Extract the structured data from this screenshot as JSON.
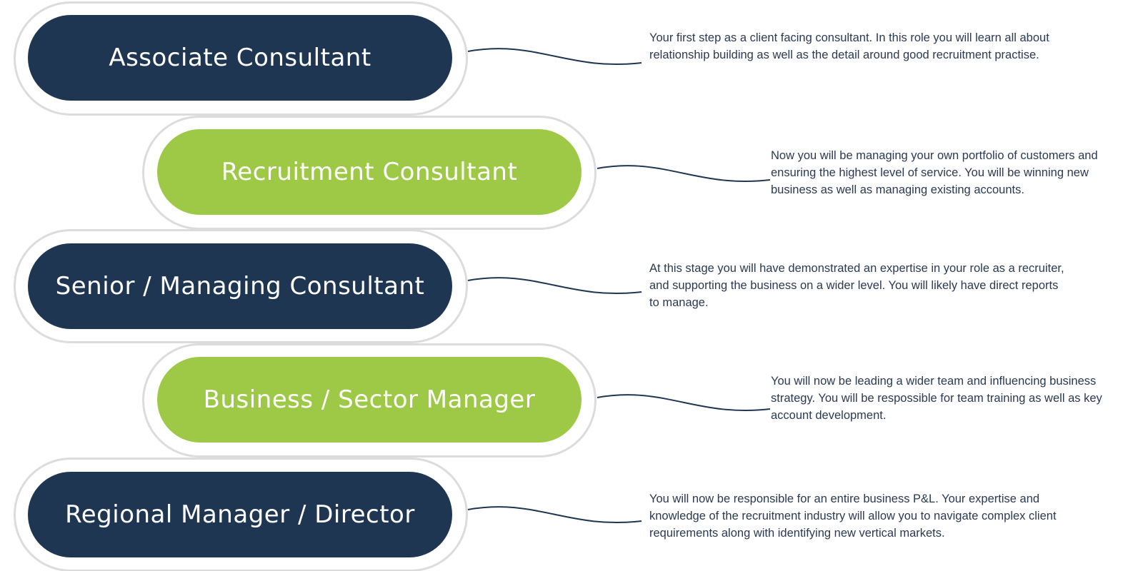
{
  "diagram": {
    "colors": {
      "navy": "#1f3653",
      "green": "#9dc946",
      "outline": "#dcdcdc",
      "band": "#d9d9d9",
      "text": "#2a3a52"
    },
    "levels": [
      {
        "title": "Associate Consultant",
        "description": "Your first step as a client facing consultant. In this role you will learn all about relationship building as well as the detail around good recruitment practise."
      },
      {
        "title": "Recruitment Consultant",
        "description": "Now you will be managing your own portfolio of customers and ensuring the highest level of service. You will be winning new business as well as managing existing accounts."
      },
      {
        "title": "Senior / Managing Consultant",
        "description": "At this stage you will have demonstrated an expertise in your role as a recruiter, and supporting the business on a wider level. You will likely have direct reports to manage."
      },
      {
        "title": "Business / Sector Manager",
        "description": "You will now be leading a wider team and influencing business strategy. You will be respossible for team training as well as key account development."
      },
      {
        "title": "Regional Manager / Director",
        "description": "You will now be responsible for an entire business P&L. Your expertise and knowledge of the recruitment industry will allow you to navigate complex client requirements along with identifying new vertical markets."
      }
    ]
  }
}
